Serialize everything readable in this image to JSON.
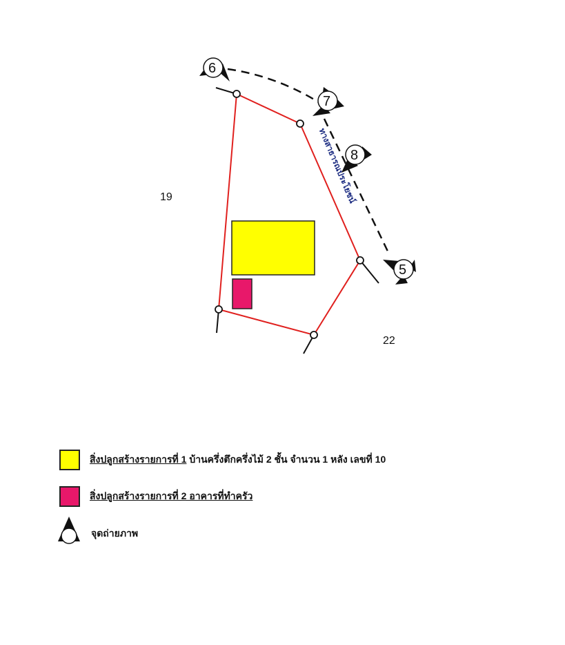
{
  "map": {
    "parcel_left_label": "19",
    "parcel_bottom_right_label": "22",
    "road_label": "ทางสาธารณประโยชน์",
    "photo_points": [
      "6",
      "7",
      "8",
      "5"
    ],
    "colors": {
      "boundary": "#e0201e",
      "building1": "#ffff00",
      "building2": "#e8186a",
      "road_text": "#1a2a80"
    }
  },
  "legend": {
    "item1_underlined": "สิ่งปลูกสร้างรายการที่ 1",
    "item1_text": " บ้านครึ่งตึกครึ่งไม้ 2 ชั้น จำนวน 1 หลัง เลขที่ 10",
    "item2_underlined": "สิ่งปลูกสร้างรายการที่ 2 อาคารที่ทำครัว",
    "item3_text": "จุดถ่ายภาพ"
  }
}
